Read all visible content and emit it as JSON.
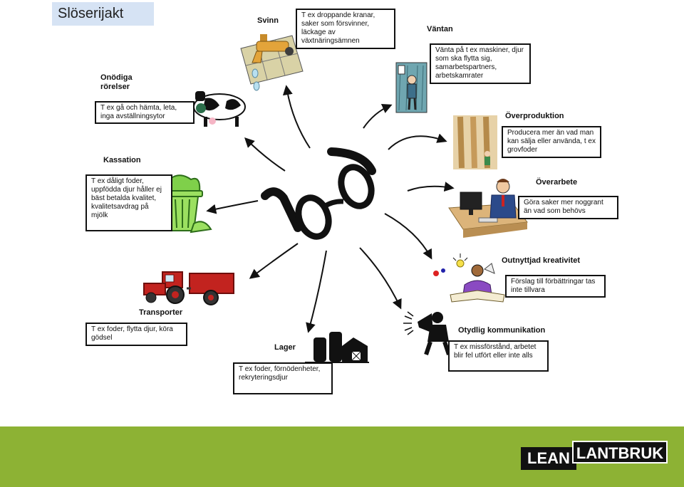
{
  "title": "Slöserijakt",
  "categories": [
    {
      "key": "svinn",
      "label": "Svinn",
      "text": "T ex droppande kranar, saker som försvinner, läckage av växtnäringsämnen"
    },
    {
      "key": "vantan",
      "label": "Väntan",
      "text": "Vänta på t ex maskiner, djur som ska flytta sig, samarbetspartners, arbetskamrater"
    },
    {
      "key": "onodiga",
      "label": "Onödiga rörelser",
      "text": "T ex gå och hämta, leta, inga avställningsytor"
    },
    {
      "key": "overproduktion",
      "label": "Överproduktion",
      "text": "Producera mer än vad man kan sälja eller använda, t ex grovfoder"
    },
    {
      "key": "kassation",
      "label": "Kassation",
      "text": "T ex dåligt foder, uppfödda djur håller ej bäst betalda kvalitet, kvalitetsavdrag på mjölk"
    },
    {
      "key": "overarbete",
      "label": "Överarbete",
      "text": "Göra saker mer noggrant än vad som behövs"
    },
    {
      "key": "outnyttjad",
      "label": "Outnyttjad kreativitet",
      "text": "Förslag till förbättringar tas inte tillvara"
    },
    {
      "key": "transporter",
      "label": "Transporter",
      "text": "T ex foder, flytta djur, köra gödsel"
    },
    {
      "key": "lager",
      "label": "Lager",
      "text": "T ex foder, förnödenheter, rekryteringsdjur"
    },
    {
      "key": "otydlig",
      "label": "Otydlig kommunikation",
      "text": "T ex missförstånd, arbetet blir fel utfört eller inte alls"
    }
  ],
  "logo": {
    "lean": "LEAN",
    "lantbruk": "LANTBRUK"
  },
  "colors": {
    "title_bg": "#d6e3f4",
    "footer": "#8db234"
  }
}
